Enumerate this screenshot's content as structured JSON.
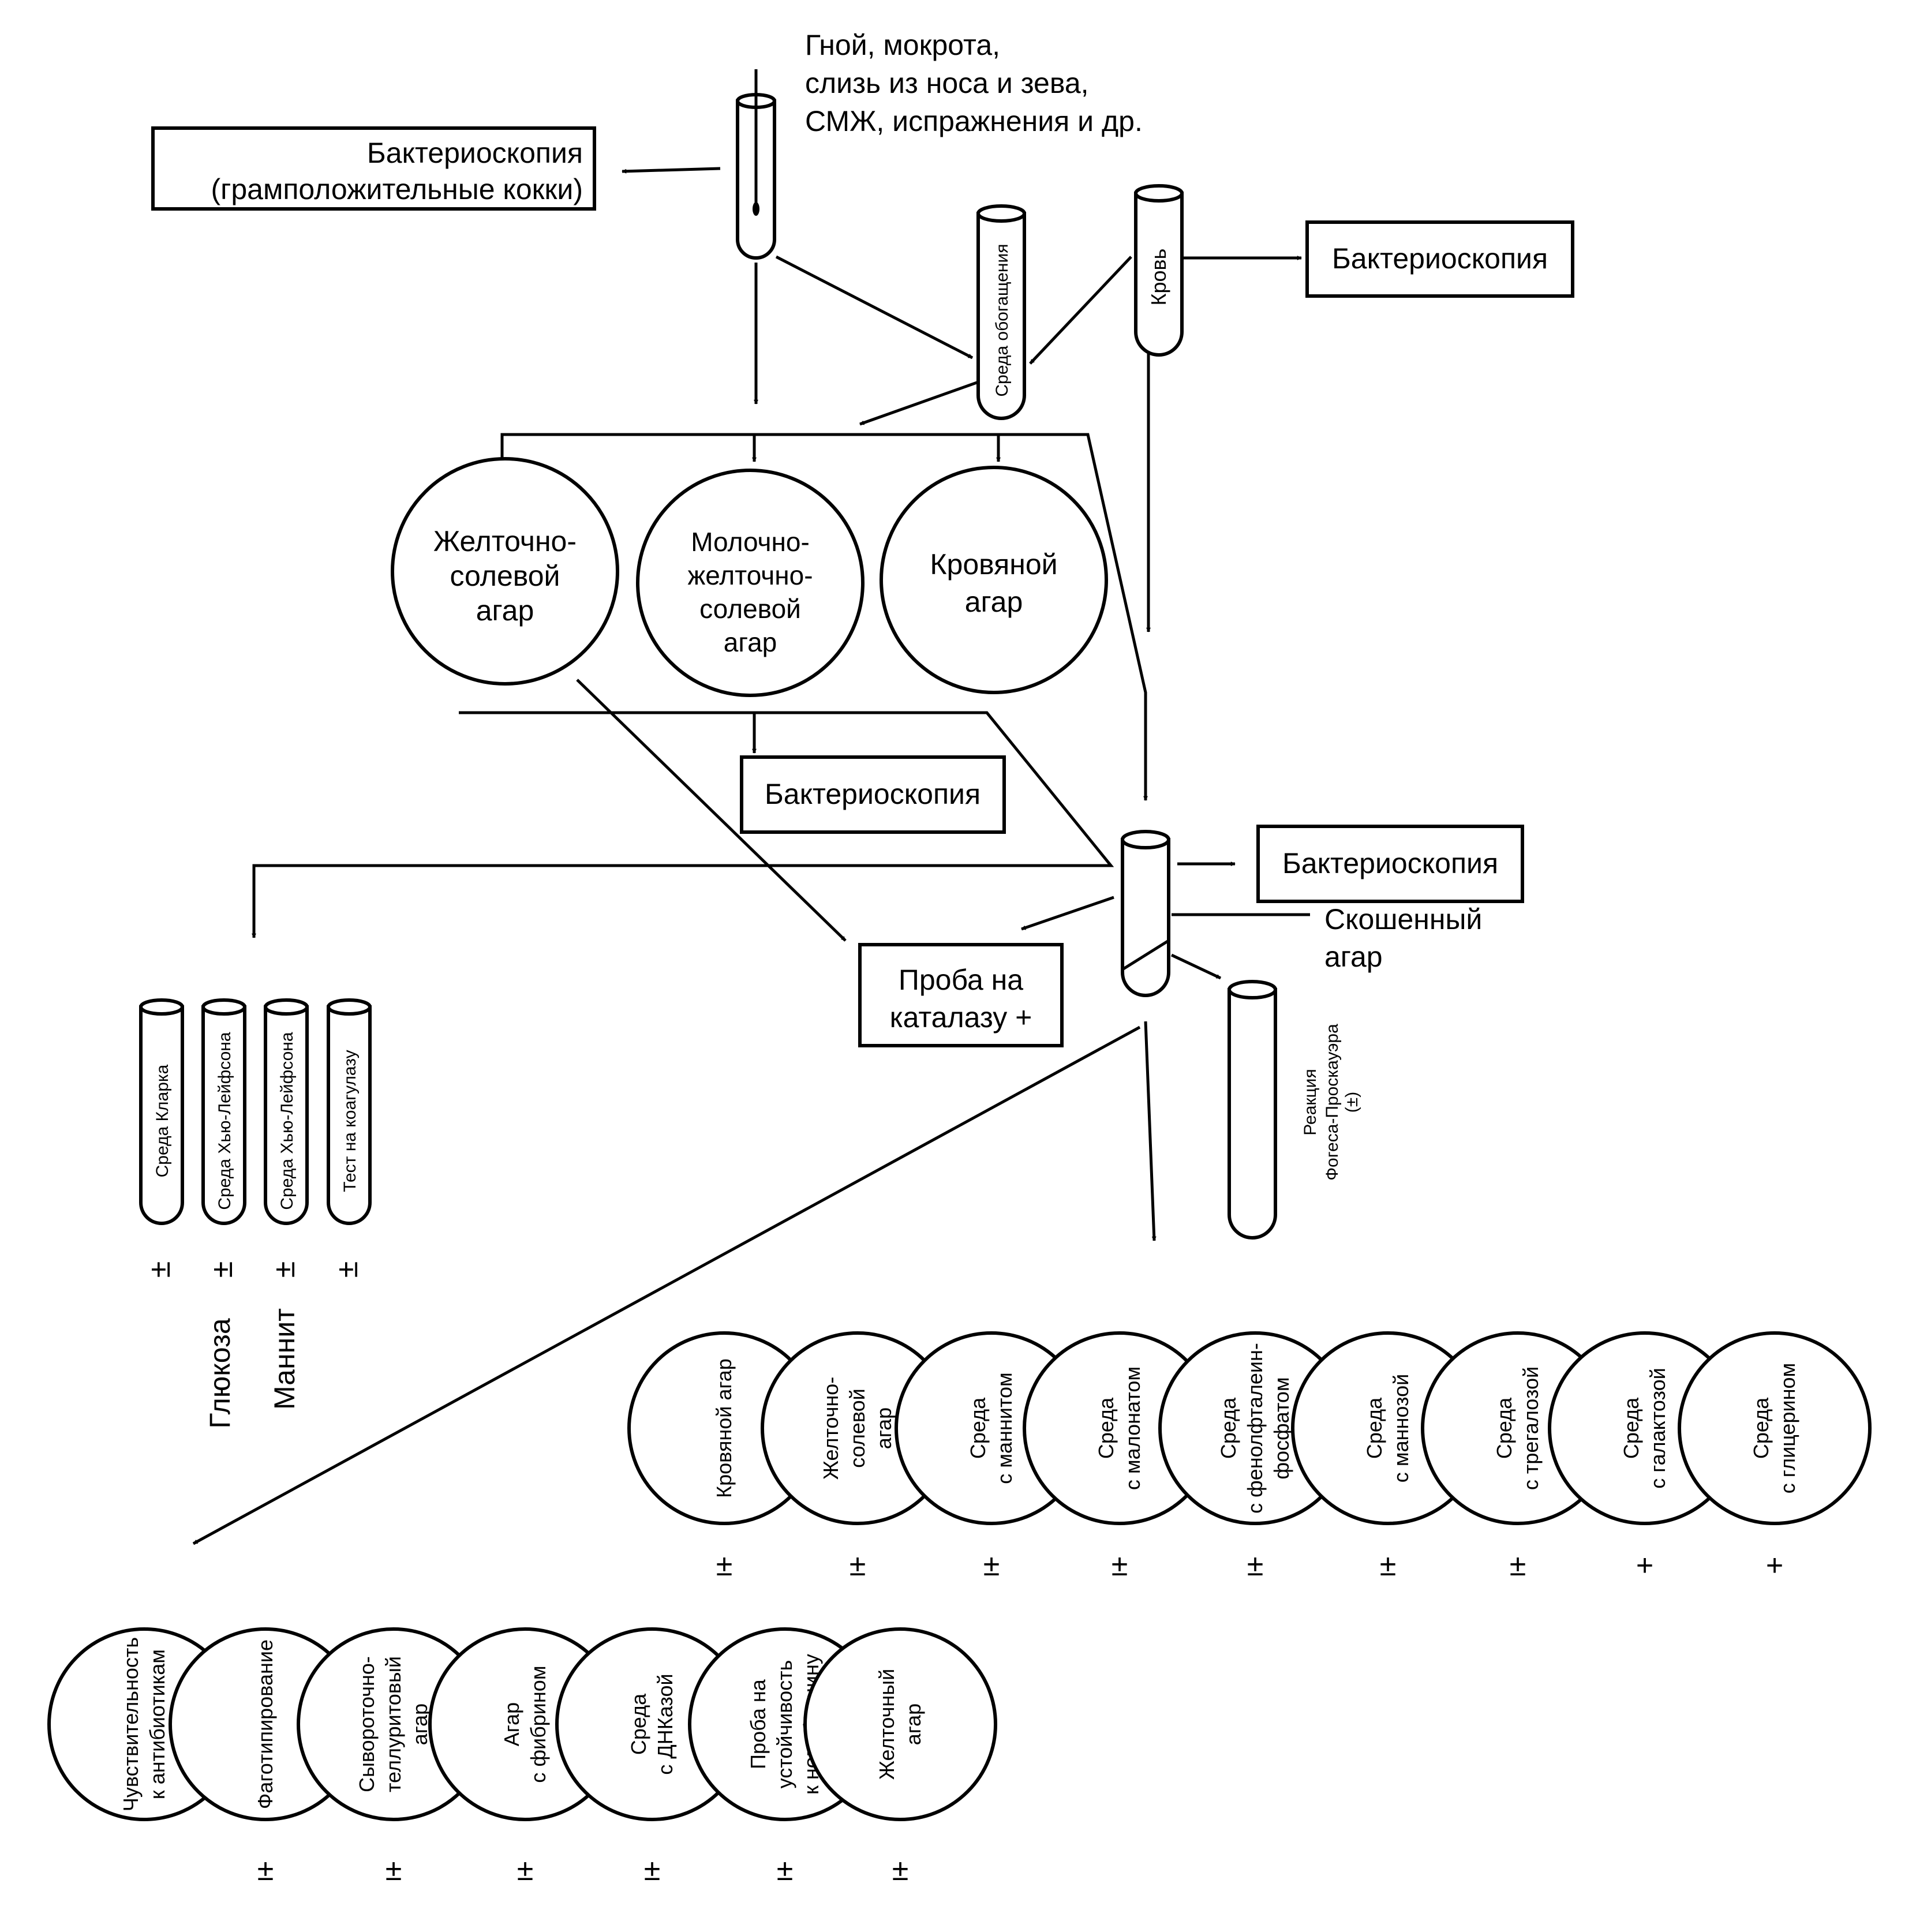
{
  "specimen": {
    "text": [
      "Гной, мокрота,",
      "слизь из носа и зева,",
      "СМЖ, испражнения и др."
    ]
  },
  "boxes": {
    "bacterioscopy_gram": [
      "Бактериоскопия",
      "(грамположительные кокки)"
    ],
    "bacterioscopy_blood": "Бактериоскопия",
    "bacterioscopy_plates": "Бактериоскопия",
    "bacterioscopy_slant": "Бактериоскопия",
    "catalase": [
      "Проба на",
      "каталазу  +"
    ]
  },
  "tubes": {
    "enrichment": "Среда обогащения",
    "blood": "Кровь",
    "slant_label": [
      "Скошенный",
      "агар"
    ],
    "voges_proskauer": [
      "Реакция",
      "Фогеса-Проскауэра",
      "(±)"
    ]
  },
  "plates": {
    "yolk_salt": [
      "Желточно-",
      "солевой",
      "агар"
    ],
    "milk_yolk_salt": [
      "Молочно-",
      "желточно-",
      "солевой",
      "агар"
    ],
    "blood_agar": [
      "Кровяной",
      "агар"
    ]
  },
  "small_tubes": {
    "items": [
      {
        "label": "Среда Кларка",
        "sign": "±"
      },
      {
        "label": "Среда Хью-Лейфсона",
        "sign": "±"
      },
      {
        "label": "Среда Хью-Лейфсона",
        "sign": "±"
      },
      {
        "label": "Тест на коагулазу",
        "sign": "±"
      }
    ],
    "glucose": "Глюкоза",
    "mannitol": "Маннит"
  },
  "right_plates": {
    "items": [
      {
        "label": [
          "Кровяной агар"
        ],
        "sign": "±"
      },
      {
        "label": [
          "Желточно-",
          "солевой",
          "агар"
        ],
        "sign": "±"
      },
      {
        "label": [
          "Среда",
          "с маннитом"
        ],
        "sign": "±"
      },
      {
        "label": [
          "Среда",
          "с малонатом"
        ],
        "sign": "±"
      },
      {
        "label": [
          "Среда",
          "с фенолфталеин-",
          "фосфатом"
        ],
        "sign": "±"
      },
      {
        "label": [
          "Среда",
          "с маннозой"
        ],
        "sign": "±"
      },
      {
        "label": [
          "Среда",
          "с трегалозой"
        ],
        "sign": "±"
      },
      {
        "label": [
          "Среда",
          "с галактозой"
        ],
        "sign": "+"
      },
      {
        "label": [
          "Среда",
          "с глицерином"
        ],
        "sign": "+"
      }
    ]
  },
  "bottom_plates": {
    "items": [
      {
        "label": [
          "Чувствительность",
          "к антибиотикам"
        ],
        "sign": ""
      },
      {
        "label": [
          "Фаготипирование"
        ],
        "sign": "±"
      },
      {
        "label": [
          "Сывороточно-",
          "теллуритовый",
          "агар"
        ],
        "sign": "±"
      },
      {
        "label": [
          "Агар",
          "с фибрином"
        ],
        "sign": "±"
      },
      {
        "label": [
          "Среда",
          "с ДНКазой"
        ],
        "sign": "±"
      },
      {
        "label": [
          "Проба на",
          "устойчивость",
          "к новобиоцину"
        ],
        "sign": "±"
      },
      {
        "label": [
          "Желточный",
          "агар"
        ],
        "sign": "±"
      }
    ]
  }
}
